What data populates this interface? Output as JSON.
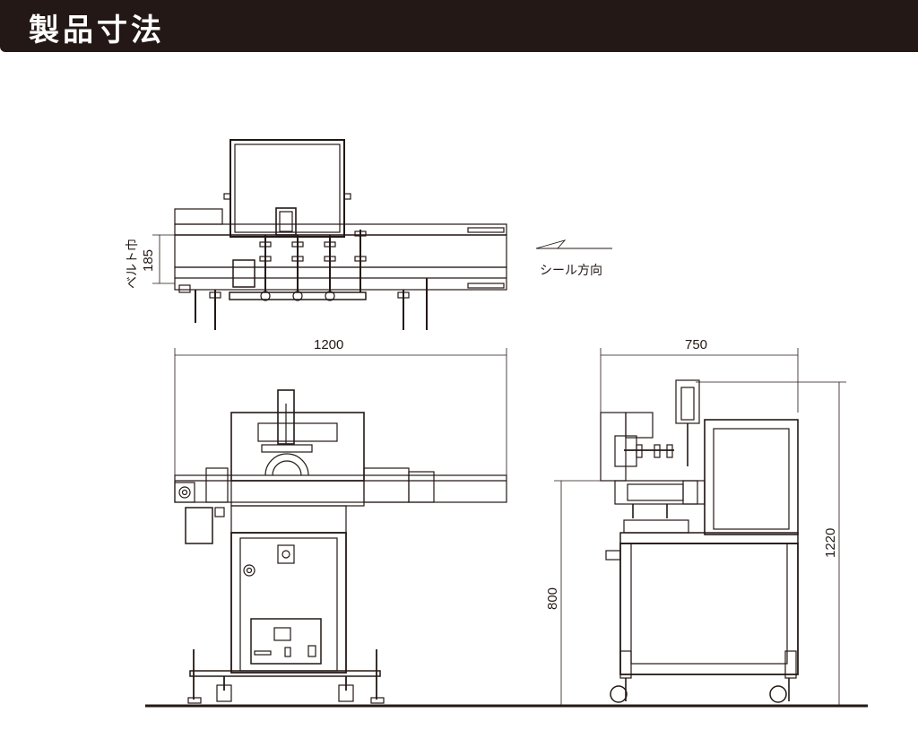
{
  "header": {
    "title": "製品寸法"
  },
  "top_view": {
    "belt_width_label": "ベルト巾",
    "belt_width_value": "185",
    "seal_direction_label": "シール方向"
  },
  "front_view": {
    "width_value": "1200"
  },
  "side_view": {
    "depth_value": "750",
    "table_height_value": "800",
    "total_height_value": "1220"
  },
  "colors": {
    "header_bg": "#231815",
    "line": "#231815",
    "text_on_header": "#ffffff"
  }
}
